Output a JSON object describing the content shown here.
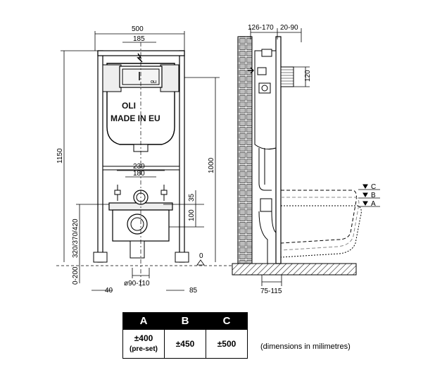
{
  "front_view": {
    "width_total": "500",
    "width_top": "185",
    "height_total": "1150",
    "height_right": "1000",
    "width_mid": "230",
    "width_inner": "180",
    "dim_35": "35",
    "dim_100": "100",
    "dim_height_range": "320/370/420",
    "dim_base_range": "0-200",
    "dim_40": "40",
    "dim_85": "85",
    "pipe_diameter": "ø90-110",
    "zero_mark": "0",
    "brand_logo": "OLI",
    "brand_text": "MADE IN EU",
    "panel_small": "OLI"
  },
  "side_view": {
    "dim_126_170": "126-170",
    "dim_20_90": "20-90",
    "dim_120": "120",
    "dim_75_115": "75-115",
    "level_c": "C",
    "level_b": "B",
    "level_a": "A"
  },
  "table": {
    "headers": [
      "A",
      "B",
      "C"
    ],
    "values": [
      "±400",
      "±450",
      "±500"
    ],
    "a_note": "(pre-set)"
  },
  "note": "(dimensions in milimetres)"
}
